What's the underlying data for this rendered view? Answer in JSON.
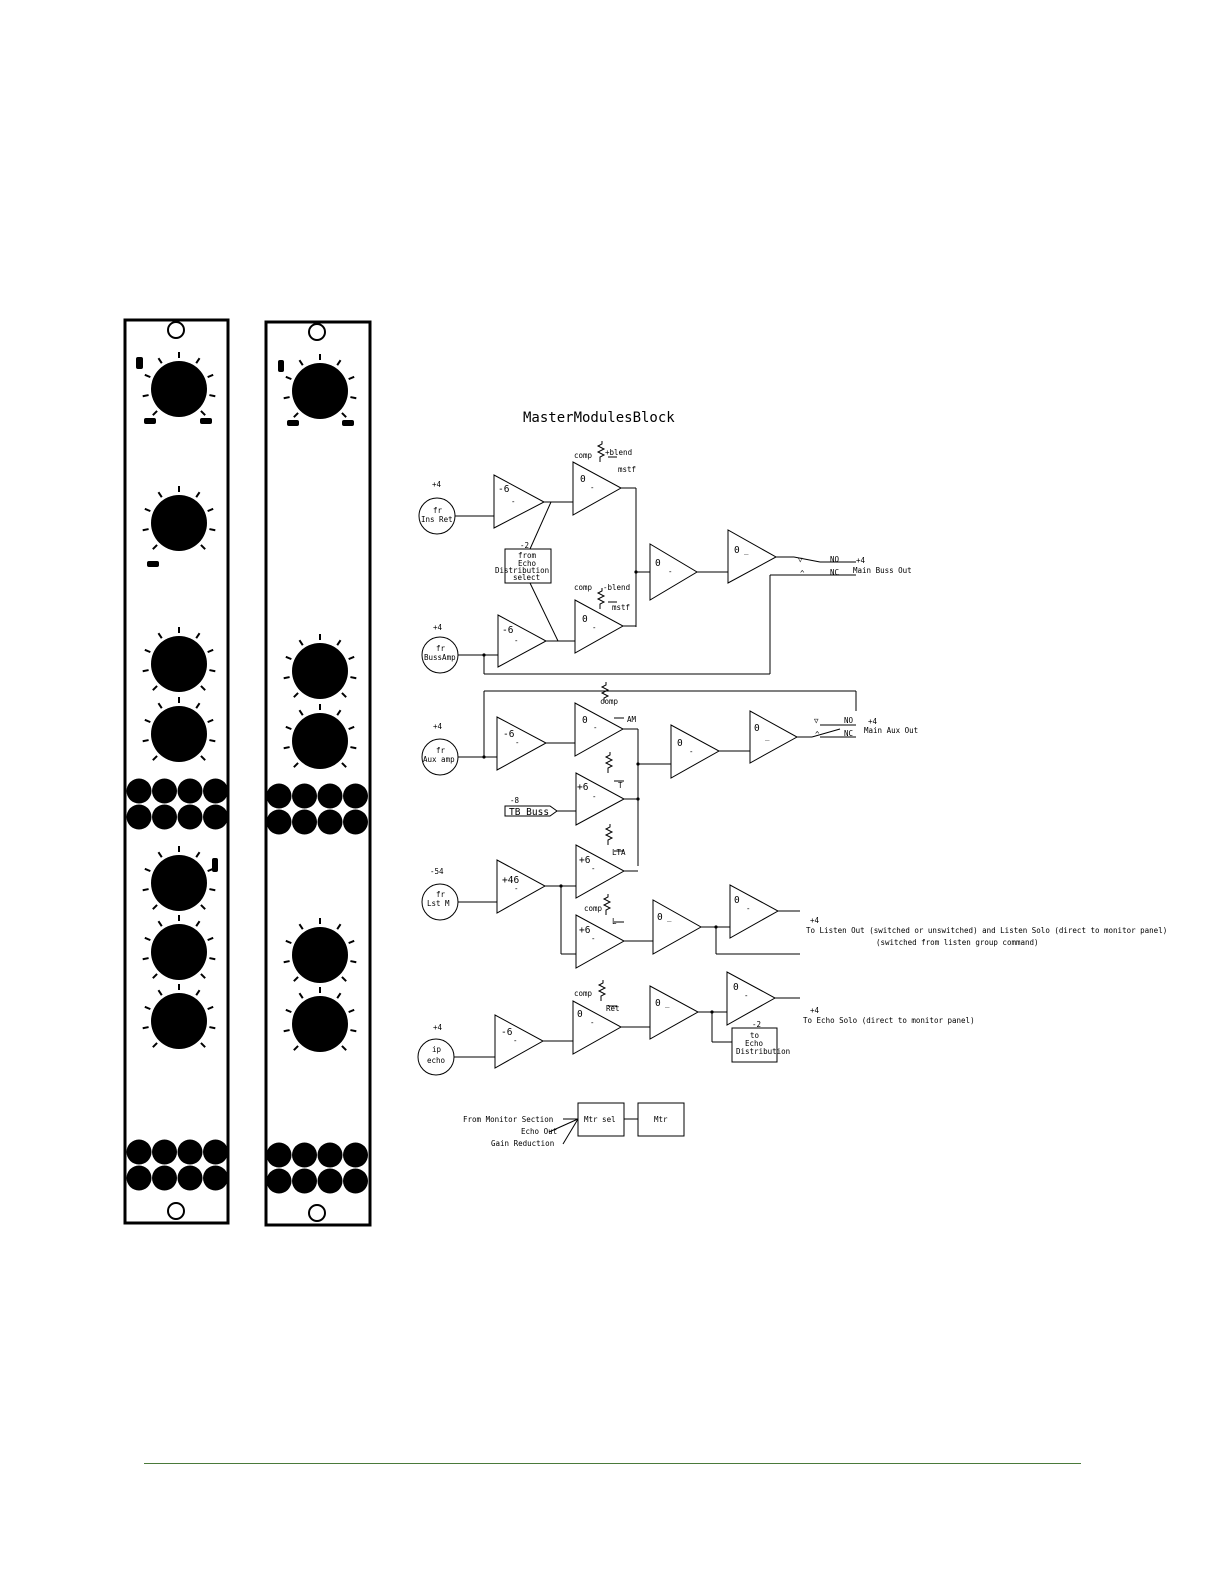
{
  "title": "MasterModulesBlock",
  "colors": {
    "ink": "#000000",
    "footer_rule": "#4a7a3a"
  },
  "inputs": {
    "ins_ret": {
      "level": "+4",
      "line1": "fr",
      "line2": "Ins Ret"
    },
    "buss_amp": {
      "level": "+4",
      "line1": "fr",
      "line2": "BussAmp"
    },
    "aux_amp": {
      "level": "+4",
      "line1": "fr",
      "line2": "Aux amp"
    },
    "lst_m": {
      "level": "-54",
      "line1": "fr",
      "line2": "Lst M"
    },
    "ip_echo": {
      "level": "+4",
      "line1": "ip",
      "line2": "echo"
    }
  },
  "amps": {
    "a1": "-6",
    "a2": "0",
    "a3": "0",
    "a4": "0",
    "a5": "-6",
    "a6": "0",
    "b1": "-6",
    "b2": "0",
    "b3": "0",
    "b4": "0",
    "b5": "+6",
    "b6": "+6",
    "c1": "+46",
    "c2": "+6",
    "c3": "0",
    "c4": "0",
    "d1": "-6",
    "d2": "0",
    "d3": "0",
    "d4": "0"
  },
  "controls": {
    "blend_pos": "+blend",
    "blend_neg": "-blend",
    "mstf": "mstf",
    "comp": "comp",
    "am": "AM",
    "t": "T",
    "lta": "LTA",
    "l": "L",
    "ret": "Ret"
  },
  "echo_dist_select": {
    "level": "-2",
    "lines": [
      "from",
      "Echo",
      "Distribution",
      "select"
    ]
  },
  "tb_buss": {
    "level": "-8",
    "label": "TB Buss"
  },
  "outputs": {
    "main_buss": {
      "level": "+4",
      "label": "Main Buss Out",
      "no": "NO",
      "nc": "NC"
    },
    "main_aux": {
      "level": "+4",
      "label": "Main Aux Out",
      "no": "NO",
      "nc": "NC"
    },
    "listen": {
      "level": "+4",
      "label": "To Listen Out (switched or unswitched) and Listen Solo (direct to monitor panel)",
      "sub": "(switched from listen group command)"
    },
    "echo_solo": {
      "level": "+4",
      "label": "To Echo Solo (direct to monitor panel)"
    },
    "echo_dist": {
      "level": "-2",
      "lines": [
        "to",
        "Echo",
        "Distribution"
      ]
    }
  },
  "meter": {
    "sources": [
      "From Monitor Section",
      "Echo Out",
      "Gain Reduction"
    ],
    "mtr_sel": "Mtr sel",
    "mtr": "Mtr"
  }
}
